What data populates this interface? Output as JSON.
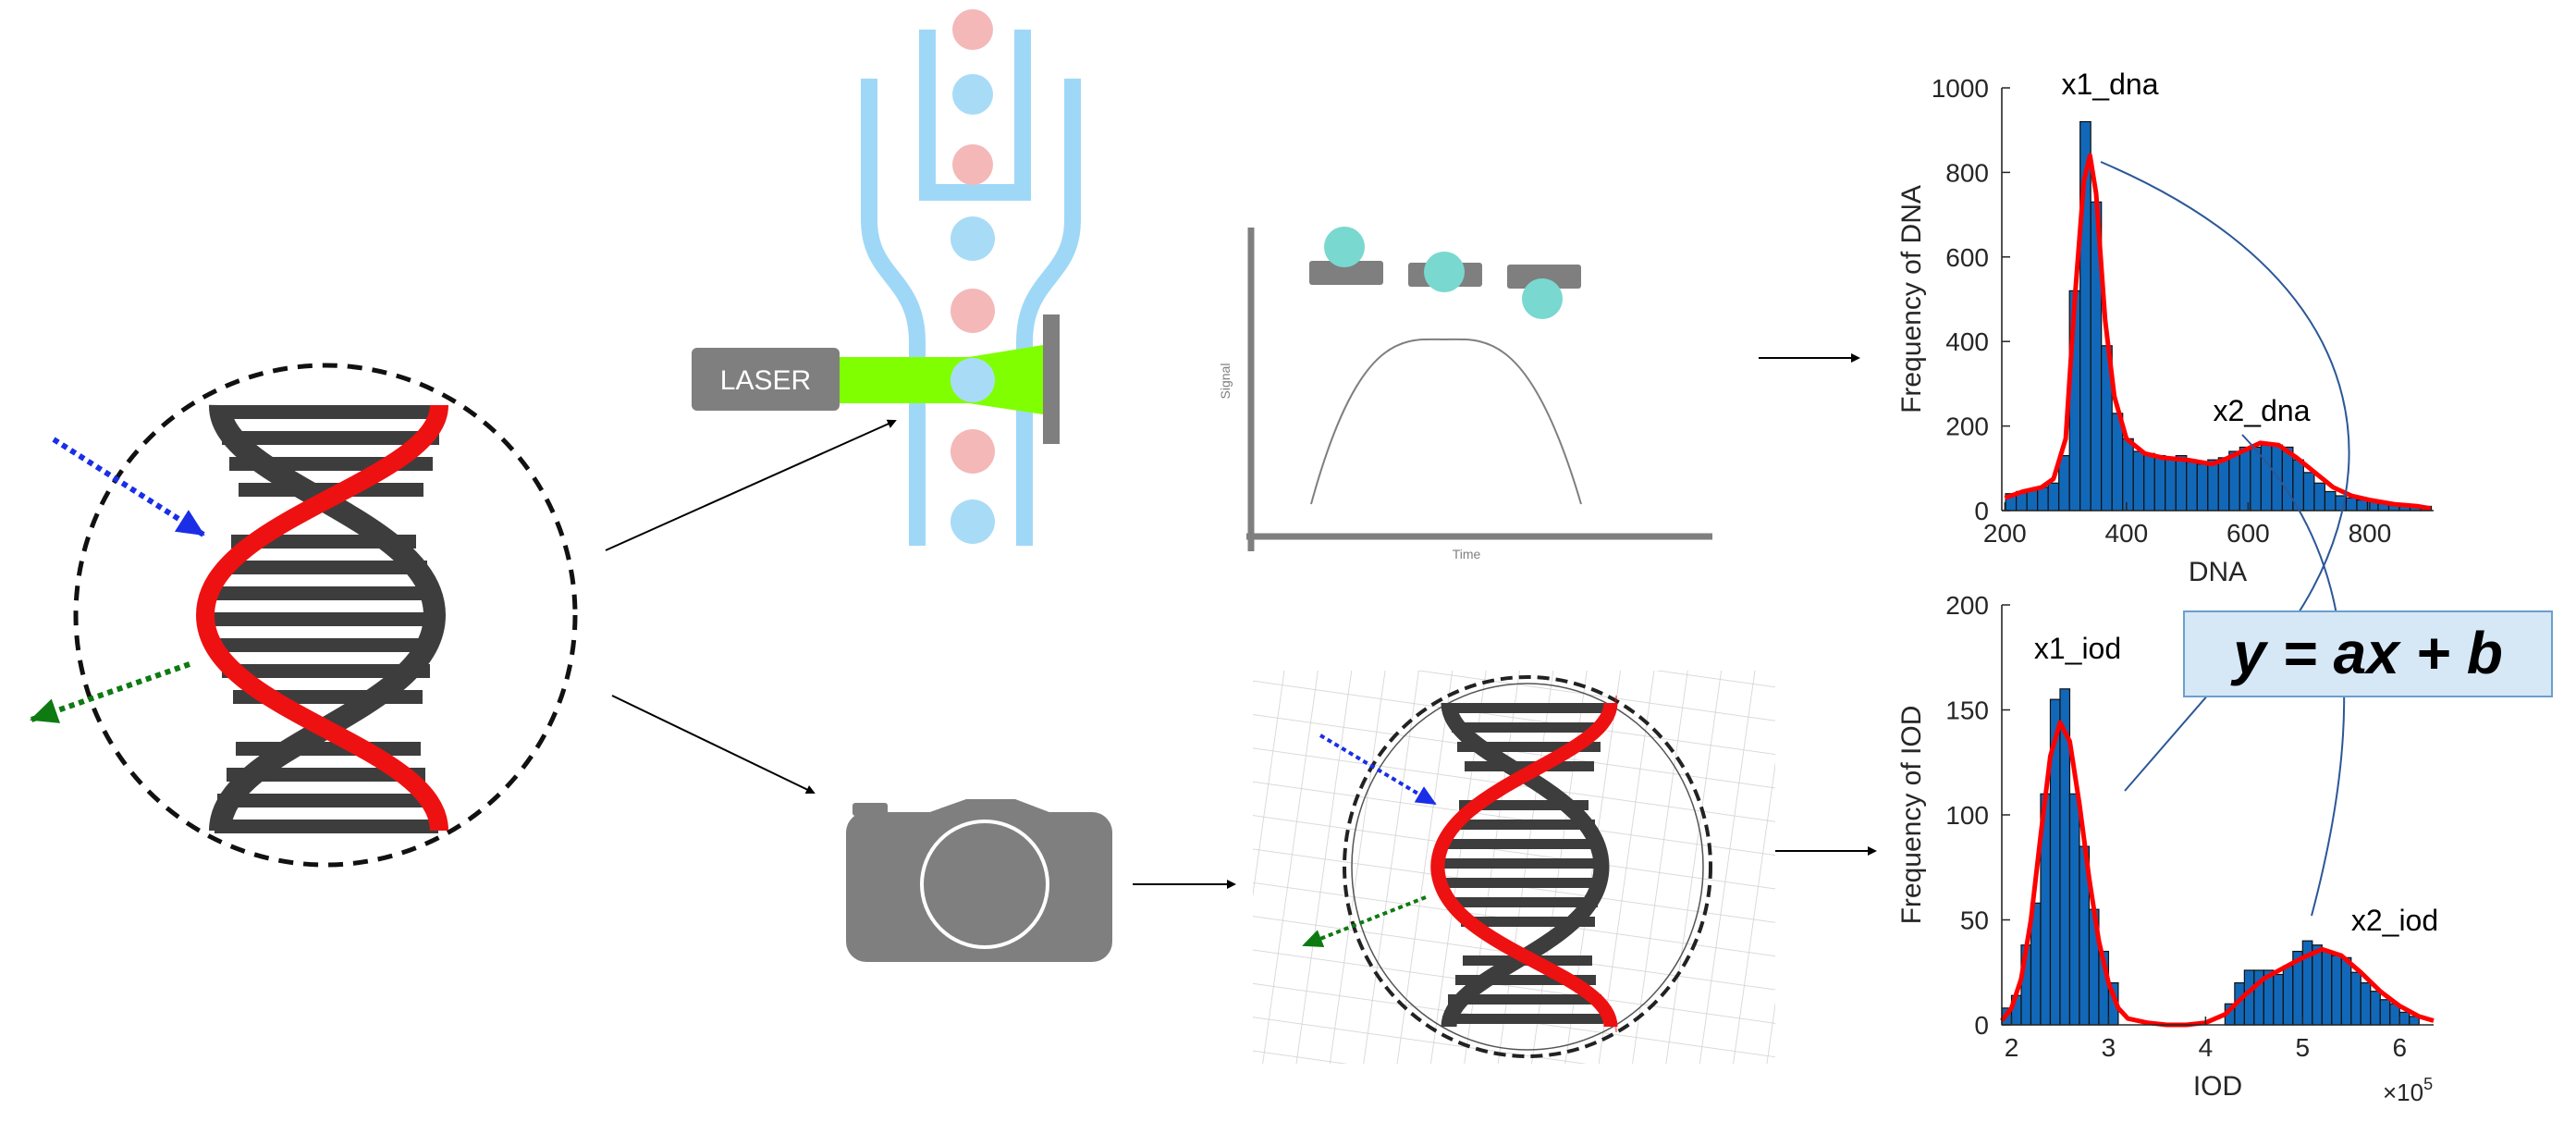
{
  "flow_cytometer": {
    "laser_label": "LASER"
  },
  "signal_plot": {
    "y_label": "Signal",
    "x_label": "Time"
  },
  "equation": {
    "text": "y = ax + b"
  },
  "colors": {
    "dna_dark": "#3d3d3d",
    "dna_red": "#ee1111",
    "arrow_blue": "#1a2ee8",
    "arrow_green": "#0e7a12",
    "channel_blue": "#9fd8f7",
    "cell_blue": "#a8dcf6",
    "cell_pink": "#f4b8b8",
    "laser_green": "#80ff00",
    "device_gray": "#7f7f7f",
    "bead_teal": "#79d8d0",
    "hist_blue": "#1268b8",
    "fit_red": "#ff0000",
    "eq_box_fill": "#d6e7f6",
    "eq_box_border": "#6a9fcf"
  },
  "chart_data": [
    {
      "type": "bar",
      "ylabel": "Frequency of DNA",
      "xlabel": "DNA",
      "xlim": [
        195,
        905
      ],
      "ylim": [
        0,
        1000
      ],
      "xticks": [
        200,
        400,
        600,
        800
      ],
      "yticks": [
        0,
        200,
        400,
        600,
        800,
        1000
      ],
      "annotations": [
        "x1_dna",
        "x2_dna"
      ],
      "bin_width": 17.5,
      "bins": [
        210,
        227.5,
        245,
        262.5,
        280,
        297.5,
        315,
        332.5,
        350,
        367.5,
        385,
        402.5,
        420,
        437.5,
        455,
        472.5,
        490,
        507.5,
        525,
        542.5,
        560,
        577.5,
        595,
        612.5,
        630,
        647.5,
        665,
        682.5,
        700,
        717.5,
        735,
        752.5,
        770,
        787.5,
        805,
        822.5,
        840,
        857.5,
        875,
        892.5
      ],
      "values": [
        40,
        45,
        50,
        55,
        65,
        130,
        520,
        920,
        730,
        390,
        230,
        170,
        140,
        135,
        130,
        125,
        130,
        115,
        110,
        120,
        125,
        140,
        150,
        150,
        155,
        155,
        150,
        120,
        90,
        65,
        45,
        35,
        30,
        25,
        25,
        20,
        15,
        15,
        10,
        10
      ],
      "fit_curve": {
        "x": [
          200,
          230,
          260,
          280,
          300,
          315,
          330,
          340,
          350,
          365,
          380,
          400,
          430,
          460,
          500,
          540,
          560,
          590,
          620,
          650,
          680,
          710,
          740,
          770,
          800,
          840,
          880,
          900
        ],
        "y": [
          30,
          45,
          55,
          75,
          170,
          500,
          780,
          840,
          750,
          450,
          270,
          170,
          135,
          125,
          120,
          110,
          120,
          140,
          160,
          155,
          125,
          90,
          55,
          35,
          25,
          15,
          10,
          5
        ]
      }
    },
    {
      "type": "bar",
      "ylabel": "Frequency of IOD",
      "xlabel": "IOD",
      "x_multiplier": "×10^5",
      "xlim": [
        1.9,
        6.35
      ],
      "ylim": [
        0,
        200
      ],
      "xticks": [
        2,
        3,
        4,
        5,
        6
      ],
      "yticks": [
        0,
        50,
        100,
        150,
        200
      ],
      "annotations": [
        "x1_iod",
        "x2_iod"
      ],
      "bin_width": 0.1,
      "bins": [
        1.95,
        2.05,
        2.15,
        2.25,
        2.35,
        2.45,
        2.55,
        2.65,
        2.75,
        2.85,
        2.95,
        3.05,
        3.15,
        3.25,
        3.35,
        3.45,
        3.55,
        3.65,
        3.75,
        3.85,
        3.95,
        4.05,
        4.15,
        4.25,
        4.35,
        4.45,
        4.55,
        4.65,
        4.75,
        4.85,
        4.95,
        5.05,
        5.15,
        5.25,
        5.35,
        5.45,
        5.55,
        5.65,
        5.75,
        5.85,
        5.95,
        6.05,
        6.15,
        6.25
      ],
      "values": [
        8,
        14,
        38,
        58,
        110,
        155,
        160,
        110,
        85,
        55,
        35,
        20,
        0,
        0,
        0,
        0,
        0,
        0,
        0,
        0,
        0,
        0,
        0,
        10,
        20,
        26,
        26,
        26,
        24,
        28,
        35,
        40,
        38,
        35,
        33,
        32,
        25,
        20,
        16,
        12,
        10,
        6,
        4,
        0
      ],
      "fit_curve": {
        "x": [
          1.9,
          2.0,
          2.1,
          2.2,
          2.3,
          2.4,
          2.5,
          2.6,
          2.7,
          2.8,
          2.9,
          3.0,
          3.1,
          3.2,
          3.4,
          3.6,
          3.8,
          4.0,
          4.2,
          4.4,
          4.6,
          4.8,
          5.0,
          5.2,
          5.4,
          5.6,
          5.8,
          6.0,
          6.2,
          6.35
        ],
        "y": [
          2,
          8,
          22,
          50,
          90,
          128,
          144,
          135,
          105,
          70,
          40,
          20,
          8,
          3,
          1,
          0,
          0,
          1,
          5,
          14,
          22,
          27,
          32,
          36,
          33,
          25,
          16,
          9,
          4,
          2
        ]
      }
    }
  ]
}
